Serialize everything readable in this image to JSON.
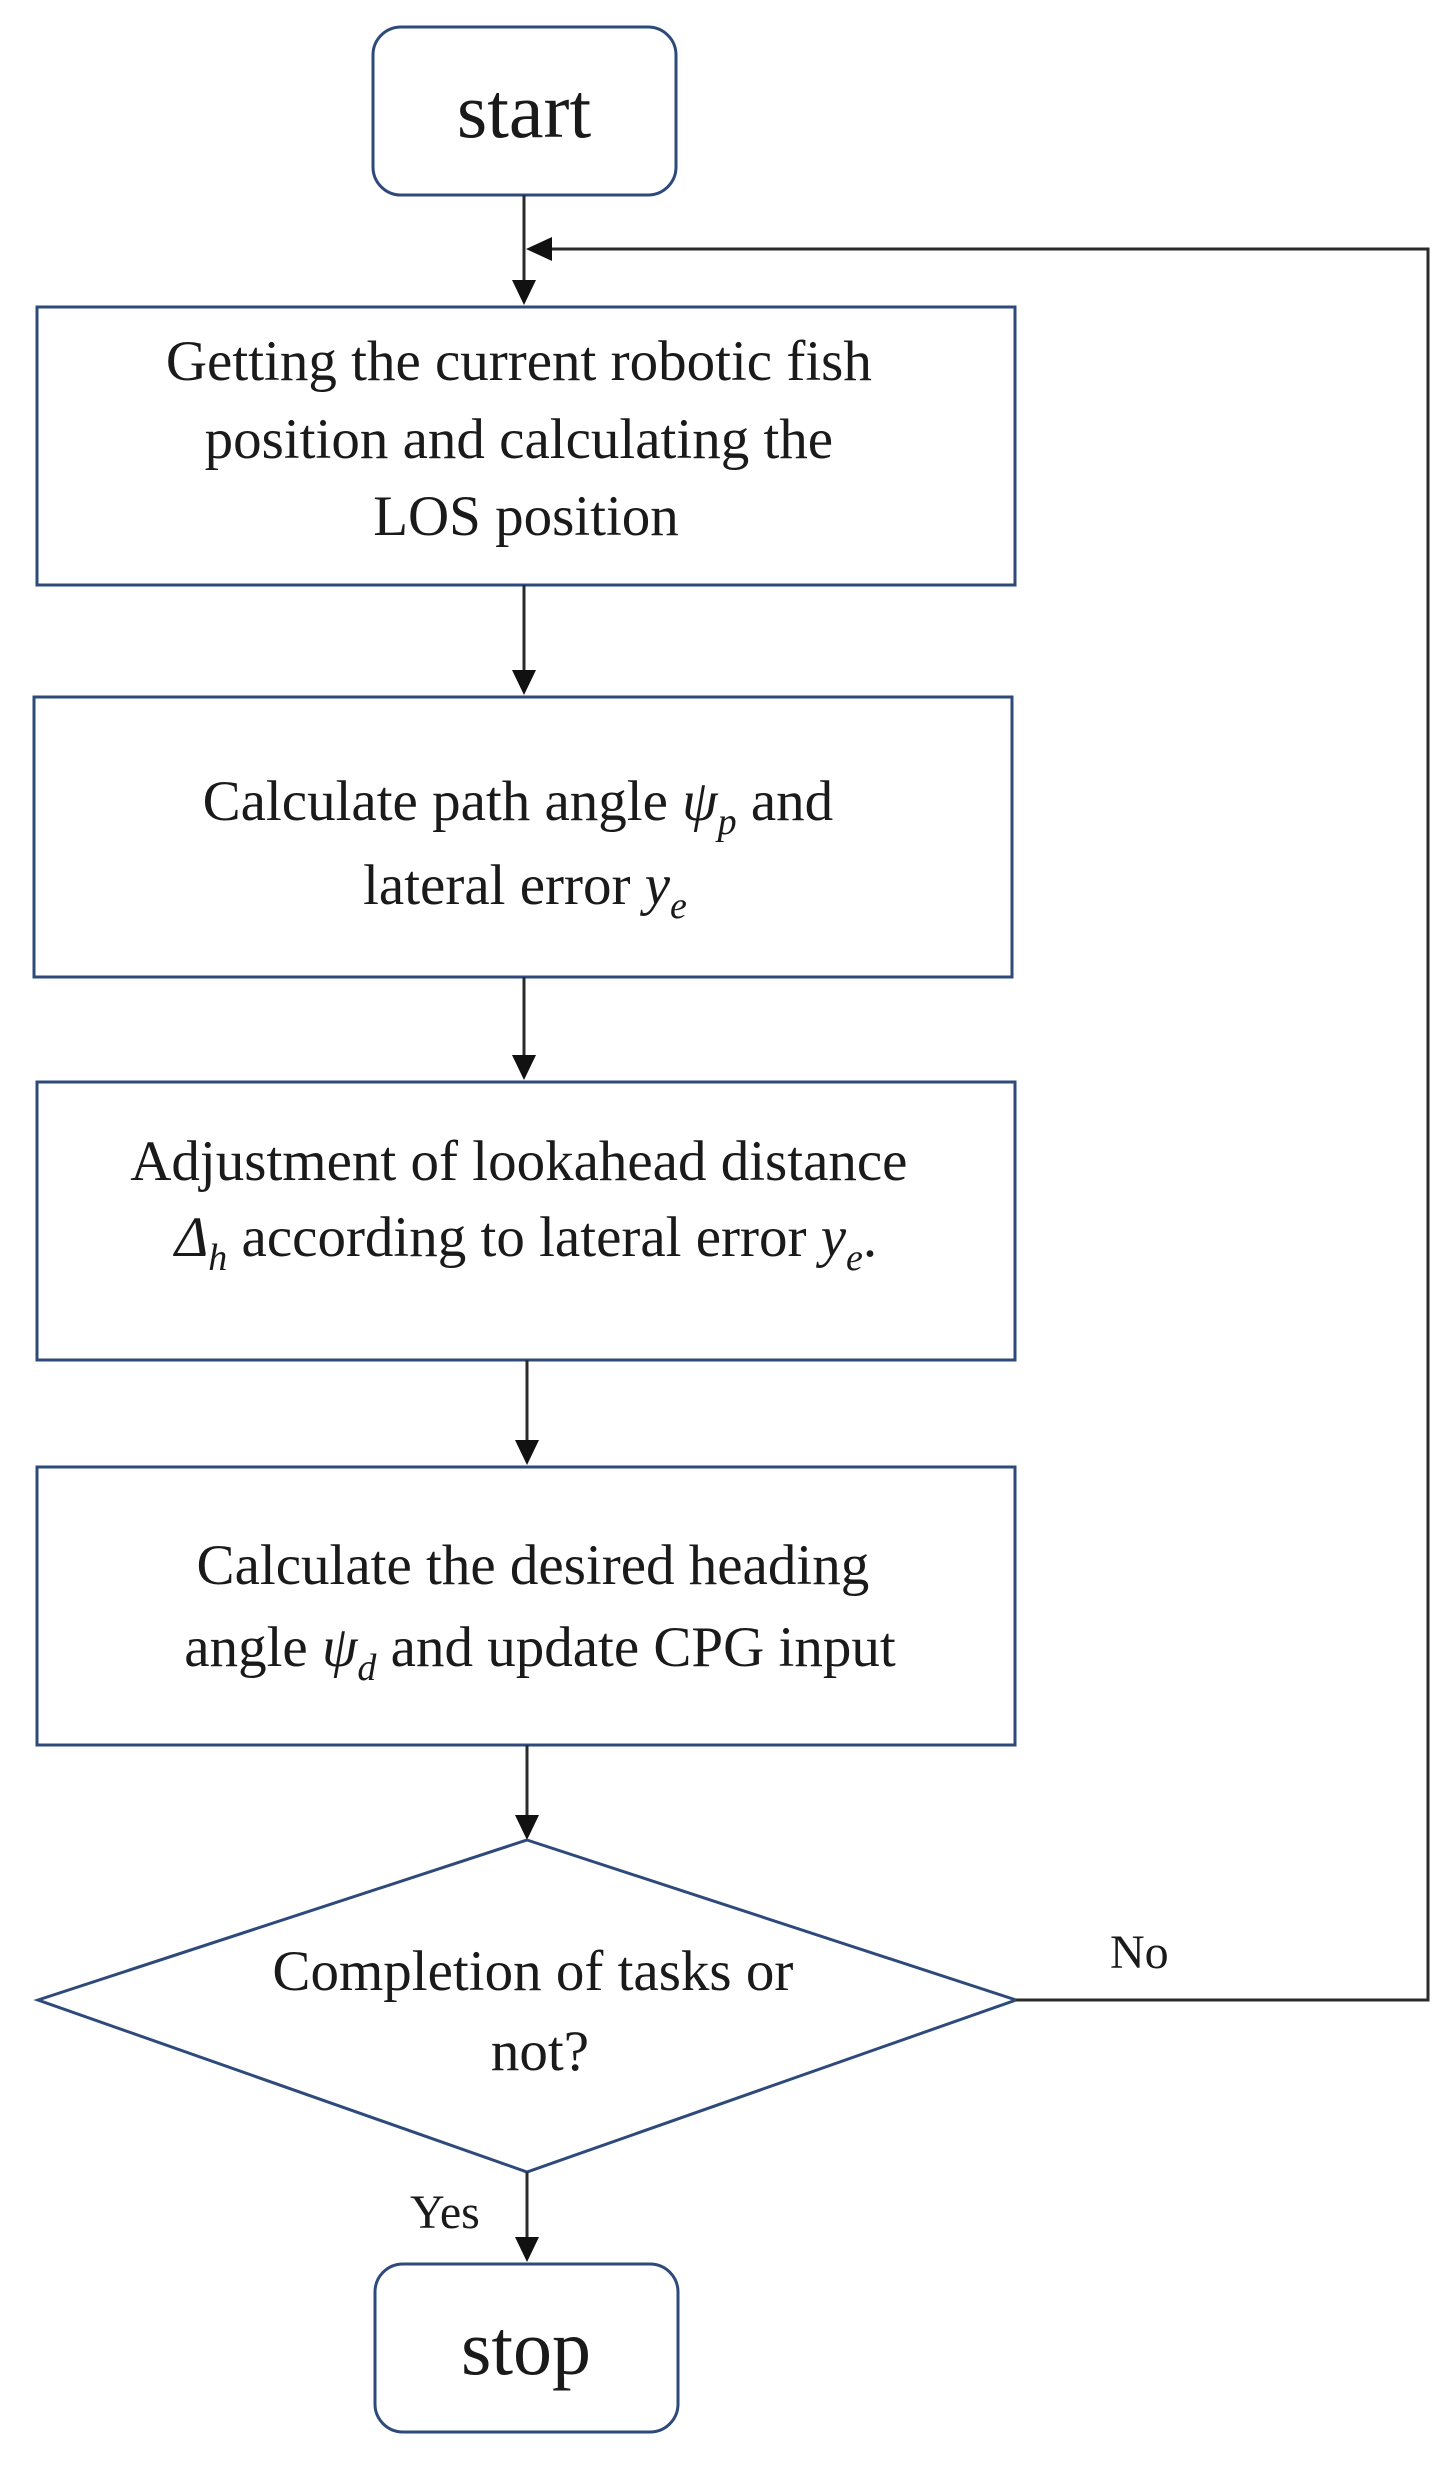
{
  "diagram": {
    "start": {
      "label": "start"
    },
    "step1": {
      "lines": [
        "Getting the current robotic fish",
        "position and calculating the",
        "LOS position"
      ]
    },
    "step2": {
      "line1": {
        "text": "Calculate path angle ",
        "var": "ψ",
        "sub": "p",
        "after": " and"
      },
      "line2": {
        "text": "lateral error ",
        "var": "y",
        "sub": "e",
        "after": ""
      }
    },
    "step3": {
      "line1": {
        "text": "Adjustment of lookahead distance"
      },
      "line2": {
        "var1": "Δ",
        "sub1": "h",
        "mid": " according to lateral error ",
        "var2": "y",
        "sub2": "e",
        "after": "."
      }
    },
    "step4": {
      "line1": {
        "text": "Calculate the desired heading"
      },
      "line2": {
        "text": "angle ",
        "var": "ψ",
        "sub": "d",
        "after": " and update CPG input"
      }
    },
    "decision": {
      "lines": [
        "Completion of tasks or",
        "not?"
      ]
    },
    "branch_no": {
      "label": "No"
    },
    "branch_yes": {
      "label": "Yes"
    },
    "stop": {
      "label": "stop"
    }
  }
}
